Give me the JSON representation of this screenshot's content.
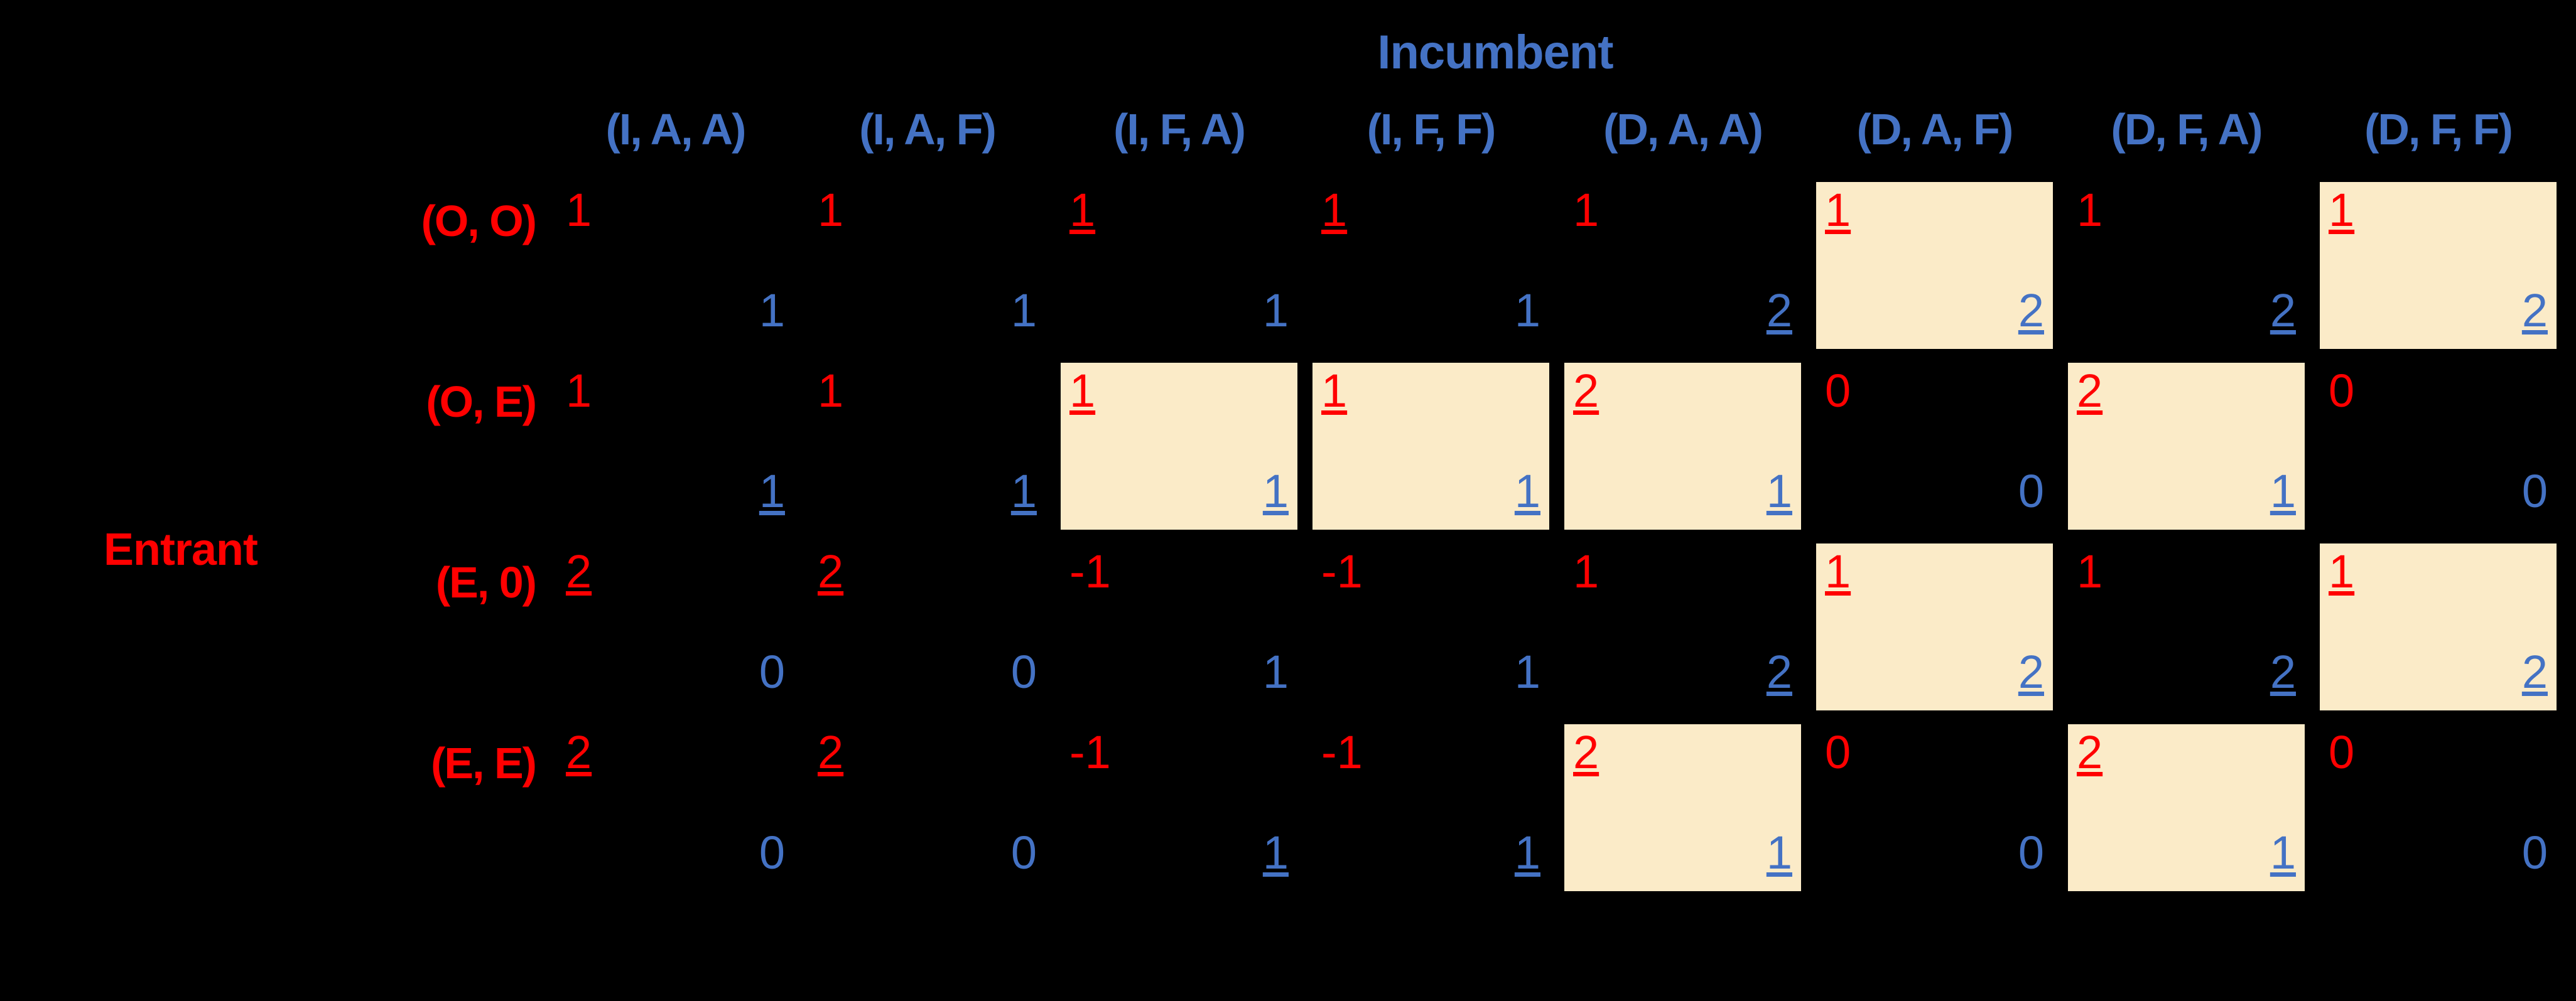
{
  "labels": {
    "incumbent": "Incumbent",
    "entrant": "Entrant"
  },
  "colors": {
    "entrant_red": "#FF0000",
    "incumbent_blue": "#4472C4",
    "highlight": "#FBEBC8",
    "background": "#000000"
  },
  "chart_data": {
    "type": "table",
    "title": "Normal-form payoff matrix: Entrant vs Incumbent",
    "row_player": "Entrant",
    "col_player": "Incumbent",
    "columns": [
      "(I, A, A)",
      "(I, A, F)",
      "(I, F, A)",
      "(I, F, F)",
      "(D, A, A)",
      "(D, A, F)",
      "(D, F, A)",
      "(D, F, F)"
    ],
    "rows": [
      "(O, O)",
      "(O, E)",
      "(E, 0)",
      "(E, E)"
    ],
    "cells": [
      [
        {
          "row": 1,
          "col": 1,
          "entrant": "1",
          "incumbent": "1",
          "entrant_underline": false,
          "incumbent_underline": false,
          "highlight": false
        },
        {
          "row": 1,
          "col": 2,
          "entrant": "1",
          "incumbent": "1",
          "entrant_underline": false,
          "incumbent_underline": false,
          "highlight": false
        },
        {
          "row": 1,
          "col": 3,
          "entrant": "1",
          "incumbent": "1",
          "entrant_underline": true,
          "incumbent_underline": false,
          "highlight": false
        },
        {
          "row": 1,
          "col": 4,
          "entrant": "1",
          "incumbent": "1",
          "entrant_underline": true,
          "incumbent_underline": false,
          "highlight": false
        },
        {
          "row": 1,
          "col": 5,
          "entrant": "1",
          "incumbent": "2",
          "entrant_underline": false,
          "incumbent_underline": true,
          "highlight": false
        },
        {
          "row": 1,
          "col": 6,
          "entrant": "1",
          "incumbent": "2",
          "entrant_underline": true,
          "incumbent_underline": true,
          "highlight": true
        },
        {
          "row": 1,
          "col": 7,
          "entrant": "1",
          "incumbent": "2",
          "entrant_underline": false,
          "incumbent_underline": true,
          "highlight": false
        },
        {
          "row": 1,
          "col": 8,
          "entrant": "1",
          "incumbent": "2",
          "entrant_underline": true,
          "incumbent_underline": true,
          "highlight": true
        }
      ],
      [
        {
          "row": 2,
          "col": 1,
          "entrant": "1",
          "incumbent": "1",
          "entrant_underline": false,
          "incumbent_underline": true,
          "highlight": false
        },
        {
          "row": 2,
          "col": 2,
          "entrant": "1",
          "incumbent": "1",
          "entrant_underline": false,
          "incumbent_underline": true,
          "highlight": false
        },
        {
          "row": 2,
          "col": 3,
          "entrant": "1",
          "incumbent": "1",
          "entrant_underline": true,
          "incumbent_underline": true,
          "highlight": true
        },
        {
          "row": 2,
          "col": 4,
          "entrant": "1",
          "incumbent": "1",
          "entrant_underline": true,
          "incumbent_underline": true,
          "highlight": true
        },
        {
          "row": 2,
          "col": 5,
          "entrant": "2",
          "incumbent": "1",
          "entrant_underline": true,
          "incumbent_underline": true,
          "highlight": true
        },
        {
          "row": 2,
          "col": 6,
          "entrant": "0",
          "incumbent": "0",
          "entrant_underline": false,
          "incumbent_underline": false,
          "highlight": false
        },
        {
          "row": 2,
          "col": 7,
          "entrant": "2",
          "incumbent": "1",
          "entrant_underline": true,
          "incumbent_underline": true,
          "highlight": true
        },
        {
          "row": 2,
          "col": 8,
          "entrant": "0",
          "incumbent": "0",
          "entrant_underline": false,
          "incumbent_underline": false,
          "highlight": false
        }
      ],
      [
        {
          "row": 3,
          "col": 1,
          "entrant": "2",
          "incumbent": "0",
          "entrant_underline": true,
          "incumbent_underline": false,
          "highlight": false
        },
        {
          "row": 3,
          "col": 2,
          "entrant": "2",
          "incumbent": "0",
          "entrant_underline": true,
          "incumbent_underline": false,
          "highlight": false
        },
        {
          "row": 3,
          "col": 3,
          "entrant": "-1",
          "incumbent": "1",
          "entrant_underline": false,
          "incumbent_underline": false,
          "highlight": false
        },
        {
          "row": 3,
          "col": 4,
          "entrant": "-1",
          "incumbent": "1",
          "entrant_underline": false,
          "incumbent_underline": false,
          "highlight": false
        },
        {
          "row": 3,
          "col": 5,
          "entrant": "1",
          "incumbent": "2",
          "entrant_underline": false,
          "incumbent_underline": true,
          "highlight": false
        },
        {
          "row": 3,
          "col": 6,
          "entrant": "1",
          "incumbent": "2",
          "entrant_underline": true,
          "incumbent_underline": true,
          "highlight": true
        },
        {
          "row": 3,
          "col": 7,
          "entrant": "1",
          "incumbent": "2",
          "entrant_underline": false,
          "incumbent_underline": true,
          "highlight": false
        },
        {
          "row": 3,
          "col": 8,
          "entrant": "1",
          "incumbent": "2",
          "entrant_underline": true,
          "incumbent_underline": true,
          "highlight": true
        }
      ],
      [
        {
          "row": 4,
          "col": 1,
          "entrant": "2",
          "incumbent": "0",
          "entrant_underline": true,
          "incumbent_underline": false,
          "highlight": false
        },
        {
          "row": 4,
          "col": 2,
          "entrant": "2",
          "incumbent": "0",
          "entrant_underline": true,
          "incumbent_underline": false,
          "highlight": false
        },
        {
          "row": 4,
          "col": 3,
          "entrant": "-1",
          "incumbent": "1",
          "entrant_underline": false,
          "incumbent_underline": true,
          "highlight": false
        },
        {
          "row": 4,
          "col": 4,
          "entrant": "-1",
          "incumbent": "1",
          "entrant_underline": false,
          "incumbent_underline": true,
          "highlight": false
        },
        {
          "row": 4,
          "col": 5,
          "entrant": "2",
          "incumbent": "1",
          "entrant_underline": true,
          "incumbent_underline": true,
          "highlight": true
        },
        {
          "row": 4,
          "col": 6,
          "entrant": "0",
          "incumbent": "0",
          "entrant_underline": false,
          "incumbent_underline": false,
          "highlight": false
        },
        {
          "row": 4,
          "col": 7,
          "entrant": "2",
          "incumbent": "1",
          "entrant_underline": true,
          "incumbent_underline": true,
          "highlight": true
        },
        {
          "row": 4,
          "col": 8,
          "entrant": "0",
          "incumbent": "0",
          "entrant_underline": false,
          "incumbent_underline": false,
          "highlight": false
        }
      ]
    ]
  }
}
